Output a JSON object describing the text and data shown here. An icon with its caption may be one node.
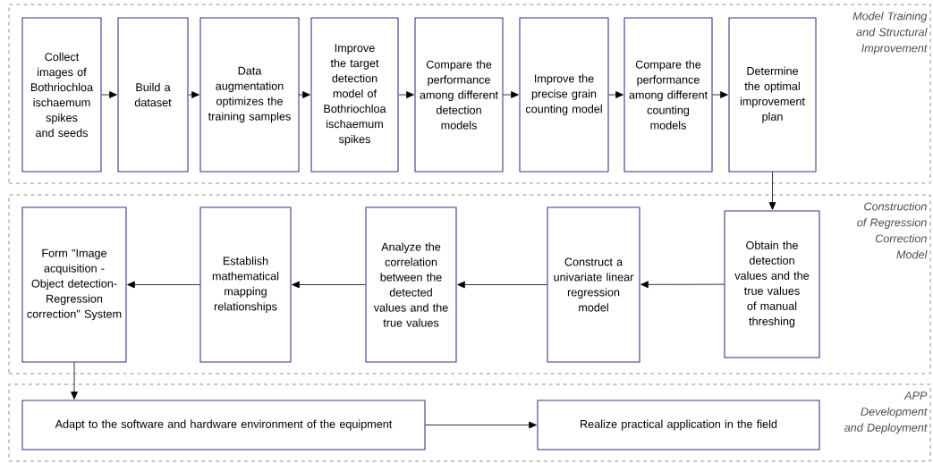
{
  "diagram": {
    "nodes": [
      {
        "text": [
          "Model Training and Structural Improvement"
        ]
      },
      {
        "text": [
          "Collect images of Bothriochloa ischaemum spikes and seeds"
        ],
        "in": 0
      },
      {
        "text": [
          "Build a dataset"
        ],
        "in": 0
      },
      {
        "text": [
          "Data augmentation optimizes the training samples"
        ],
        "in": 0
      },
      {
        "text": [
          "Improve the target detection model of Bothriochloa ischaemum spikes"
        ],
        "in": 0
      },
      {
        "text": [
          "Compare the performance among different detection models"
        ],
        "in": 0
      },
      {
        "text": [
          "Improve the precise grain counting model"
        ],
        "in": 0
      },
      {
        "text": [
          "Compare the performance among different counting models"
        ],
        "in": 0
      },
      {
        "text": [
          "Determine the optimal improvement plan"
        ],
        "in": 0
      },
      {
        "text": [
          "Construction of Regression Correction Model"
        ]
      },
      {
        "text": [
          "Form \"Image acquisition - Object detection- Regression correction\" System"
        ],
        "in": 9
      },
      {
        "text": [
          "Establish mathematical mapping relationships"
        ],
        "in": 9
      },
      {
        "text": [
          "Analyze the correlation between the detected values and the true values"
        ],
        "in": 9
      },
      {
        "text": [
          "Construct a univariate linear regression model"
        ],
        "in": 9
      },
      {
        "text": [
          "Obtain the detection values and the true values of manual threshing"
        ],
        "in": 9
      },
      {
        "text": [
          "APP Development and Deployment"
        ]
      },
      {
        "text": [
          "Adapt to the software and hardware environment of the equipment"
        ],
        "in": 15
      },
      {
        "text": [
          "Realize practical application in the field"
        ],
        "in": 15
      }
    ],
    "edges": [
      {
        "from": 1,
        "to": 2,
        "arrow": "to"
      },
      {
        "from": 2,
        "to": 3,
        "arrow": "to"
      },
      {
        "from": 3,
        "to": 4,
        "arrow": "to"
      },
      {
        "from": 4,
        "to": 5,
        "arrow": "to"
      },
      {
        "from": 5,
        "to": 6,
        "arrow": "to"
      },
      {
        "from": 6,
        "to": 7,
        "arrow": "to"
      },
      {
        "from": 7,
        "to": 8,
        "arrow": "to"
      },
      {
        "from": 8,
        "to": 14,
        "arrow": "to"
      },
      {
        "from": 14,
        "to": 13,
        "arrow": "to"
      },
      {
        "from": 13,
        "to": 12,
        "arrow": "to"
      },
      {
        "from": 12,
        "to": 11,
        "arrow": "to"
      },
      {
        "from": 11,
        "to": 10,
        "arrow": "to"
      },
      {
        "from": 10,
        "to": 16,
        "arrow": "to"
      },
      {
        "from": 16,
        "to": 17,
        "arrow": "to"
      }
    ]
  }
}
